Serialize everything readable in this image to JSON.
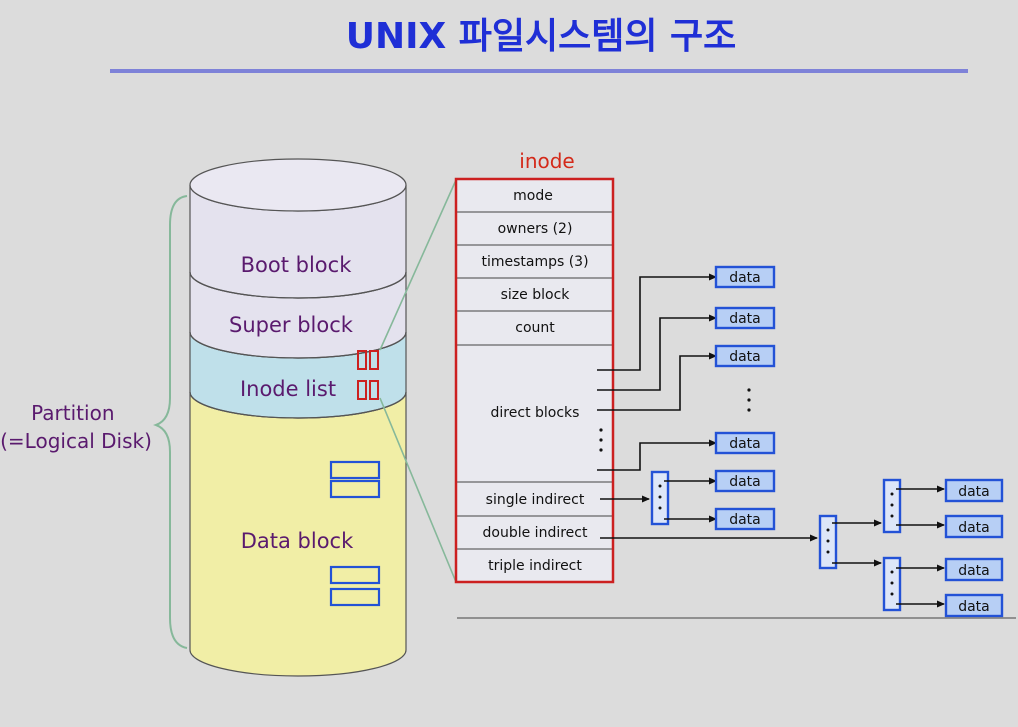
{
  "title": "UNIX 파일시스템의  구조",
  "partition_label": [
    "Partition",
    "(=Logical Disk)"
  ],
  "disk_sections": {
    "boot": "Boot block",
    "super": "Super block",
    "inode_list": "Inode list",
    "data": "Data block"
  },
  "inode": {
    "title": "inode",
    "fields": [
      "mode",
      "owners (2)",
      "timestamps (3)",
      "size block",
      "count",
      "direct blocks",
      "single indirect",
      "double indirect",
      "triple indirect"
    ]
  },
  "data_label": "data",
  "colors": {
    "title": "#1f2fd6",
    "title_rule": "#7e82d8",
    "inode_border": "#cc2020",
    "inode_title": "#d42a1a",
    "block_blue": "#2352d6",
    "disk_label": "#5a1a6e",
    "brace": "#86b89a",
    "data_fill": "#b7cff5"
  }
}
